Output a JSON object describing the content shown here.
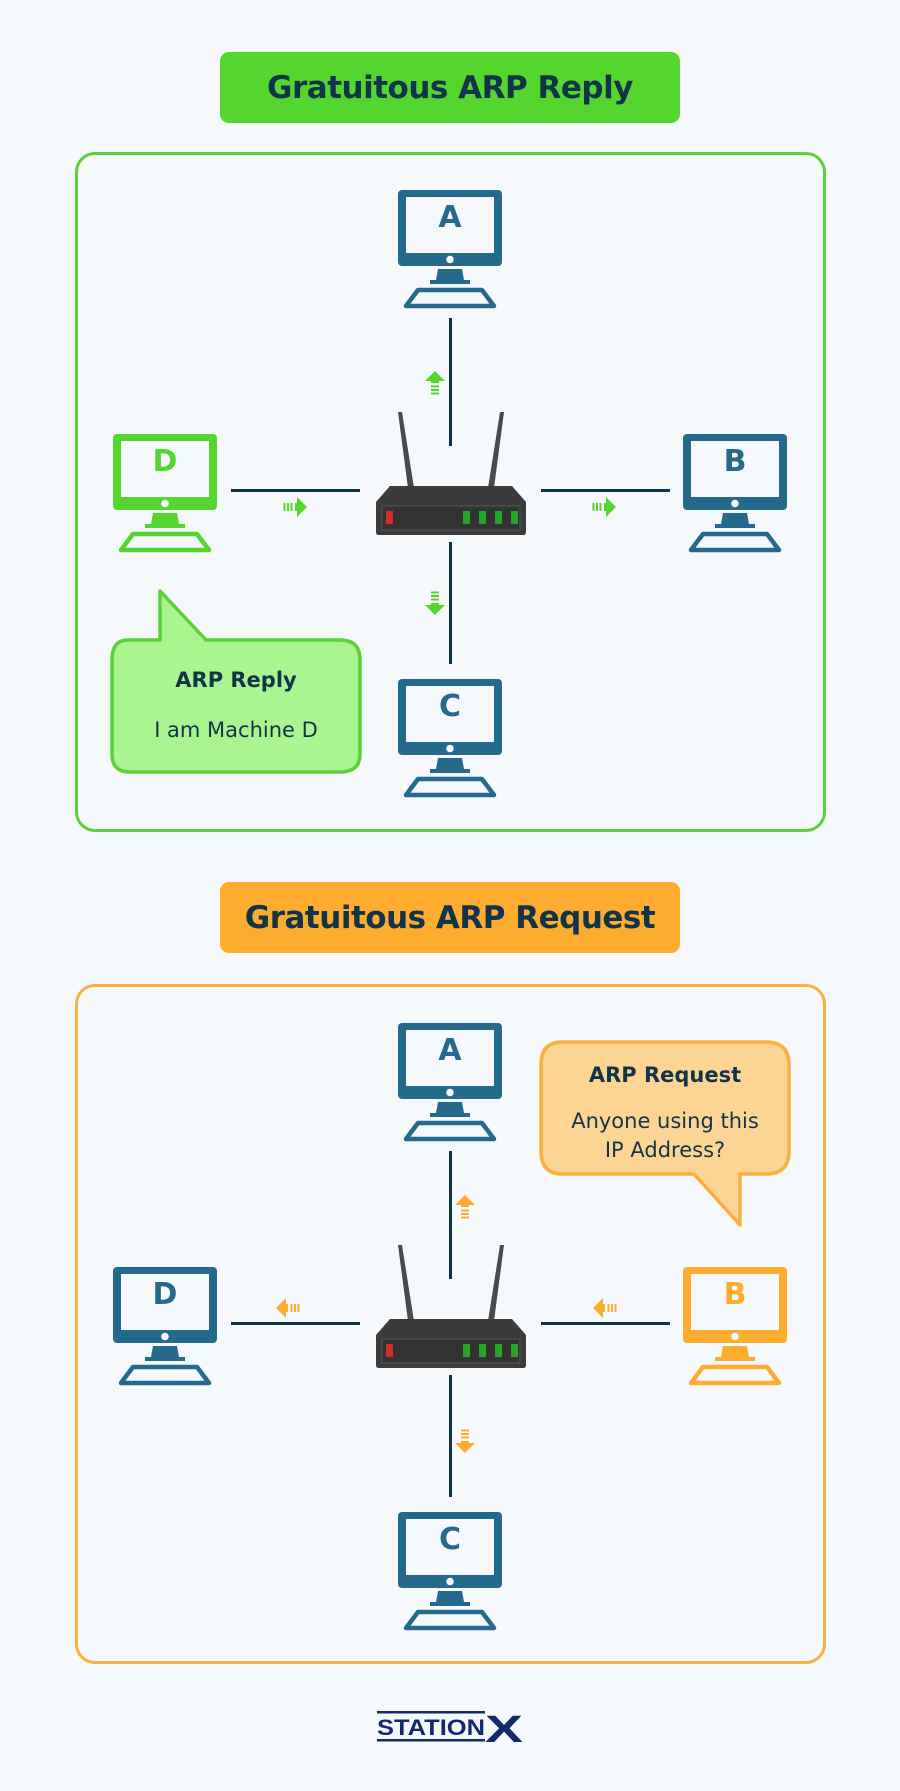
{
  "colors": {
    "background": "#f5f9fc",
    "reply_accent": "#55d62f",
    "request_accent": "#fdac30",
    "node_default": "#256a8c",
    "reply_bubble_fill": "#a9f58f",
    "request_bubble_fill": "#fed494",
    "link": "#0f3348",
    "router_body": "#3b3b3b",
    "led_red": "#d42b2b",
    "led_green": "#26a626"
  },
  "reply_section": {
    "title": "Gratuitous ARP Reply",
    "nodes": [
      {
        "id": "A",
        "label": "A",
        "role": "receiver",
        "color": "#256a8c"
      },
      {
        "id": "B",
        "label": "B",
        "role": "receiver",
        "color": "#256a8c"
      },
      {
        "id": "C",
        "label": "C",
        "role": "receiver",
        "color": "#256a8c"
      },
      {
        "id": "D",
        "label": "D",
        "role": "sender",
        "color": "#55d62f"
      }
    ],
    "hub": "router",
    "flows": [
      {
        "from": "D",
        "to": "router",
        "direction": "right"
      },
      {
        "from": "router",
        "to": "A",
        "direction": "up"
      },
      {
        "from": "router",
        "to": "B",
        "direction": "right"
      },
      {
        "from": "router",
        "to": "C",
        "direction": "down"
      }
    ],
    "bubble": {
      "heading": "ARP Reply",
      "body": "I am Machine D",
      "speaker": "D"
    }
  },
  "request_section": {
    "title": "Gratuitous ARP Request",
    "nodes": [
      {
        "id": "A",
        "label": "A",
        "role": "receiver",
        "color": "#256a8c"
      },
      {
        "id": "B",
        "label": "B",
        "role": "sender",
        "color": "#fdac30"
      },
      {
        "id": "C",
        "label": "C",
        "role": "receiver",
        "color": "#256a8c"
      },
      {
        "id": "D",
        "label": "D",
        "role": "receiver",
        "color": "#256a8c"
      }
    ],
    "hub": "router",
    "flows": [
      {
        "from": "B",
        "to": "router",
        "direction": "left"
      },
      {
        "from": "router",
        "to": "A",
        "direction": "up"
      },
      {
        "from": "router",
        "to": "D",
        "direction": "left"
      },
      {
        "from": "router",
        "to": "C",
        "direction": "down"
      }
    ],
    "bubble": {
      "heading": "ARP Request",
      "body_line1": "Anyone using this",
      "body_line2": "IP Address?",
      "speaker": "B"
    }
  },
  "footer": {
    "logo_text": "STATION",
    "logo_accent": "X"
  }
}
